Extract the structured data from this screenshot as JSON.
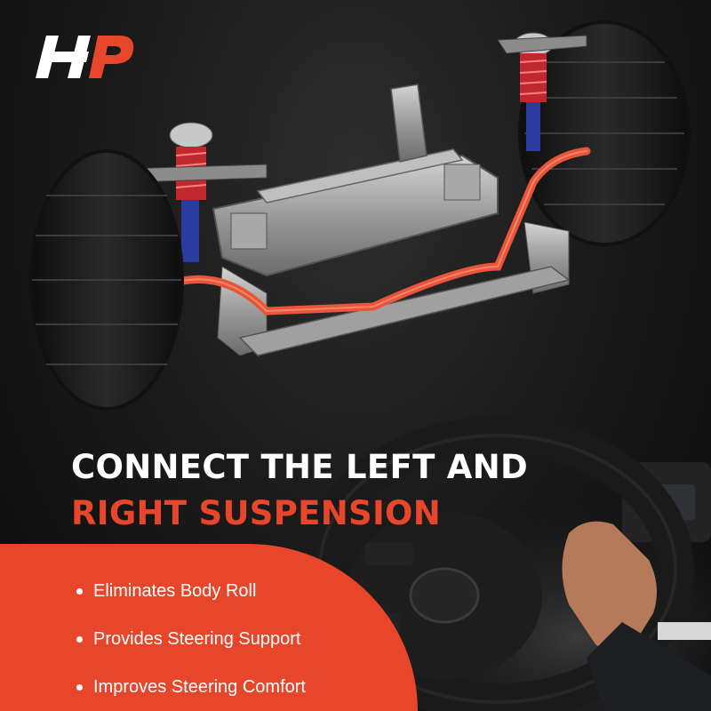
{
  "headline": {
    "line1": "CONNECT THE LEFT AND",
    "line2": "RIGHT SUSPENSION"
  },
  "features": [
    "Eliminates Body Roll",
    "Provides Steering Support",
    "Improves Steering Comfort"
  ],
  "colors": {
    "accent": "#e8462a",
    "background": "#141414",
    "text": "#ffffff"
  },
  "icons": {
    "logo": "brand-logo-icon",
    "bullet": "bullet-dot-icon"
  }
}
